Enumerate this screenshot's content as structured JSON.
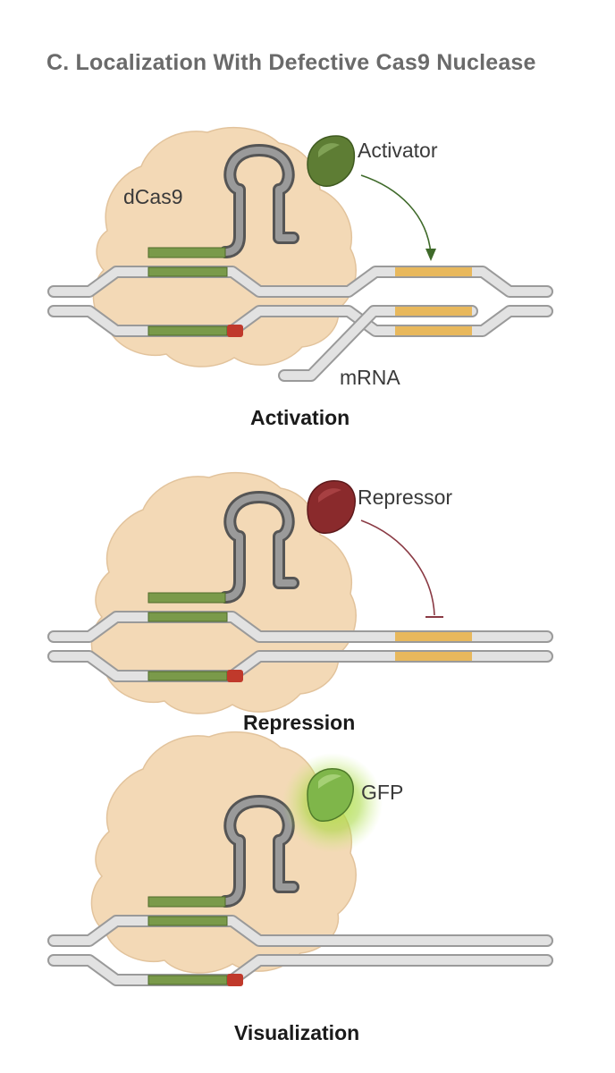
{
  "title": "C. Localization With Defective Cas9 Nuclease",
  "panels": [
    {
      "caption": "Activation",
      "effector_label": "Activator",
      "protein_label": "dCas9",
      "transcript_label": "mRNA",
      "effector_color": "#5e7d34",
      "effect": "arrow"
    },
    {
      "caption": "Repression",
      "effector_label": "Repressor",
      "effector_color": "#8a2a2c",
      "effect": "inhibit"
    },
    {
      "caption": "Visualization",
      "effector_label": "GFP",
      "effector_color": "#7fb64a",
      "effect": "glow"
    }
  ],
  "colors": {
    "protein": "#f3d9b6",
    "dna": "#d4d4d4",
    "guide_rna": "#7e7e7e",
    "target_match": "#7a9a4a",
    "pam": "#c0392b",
    "gene": "#e8b85c"
  }
}
